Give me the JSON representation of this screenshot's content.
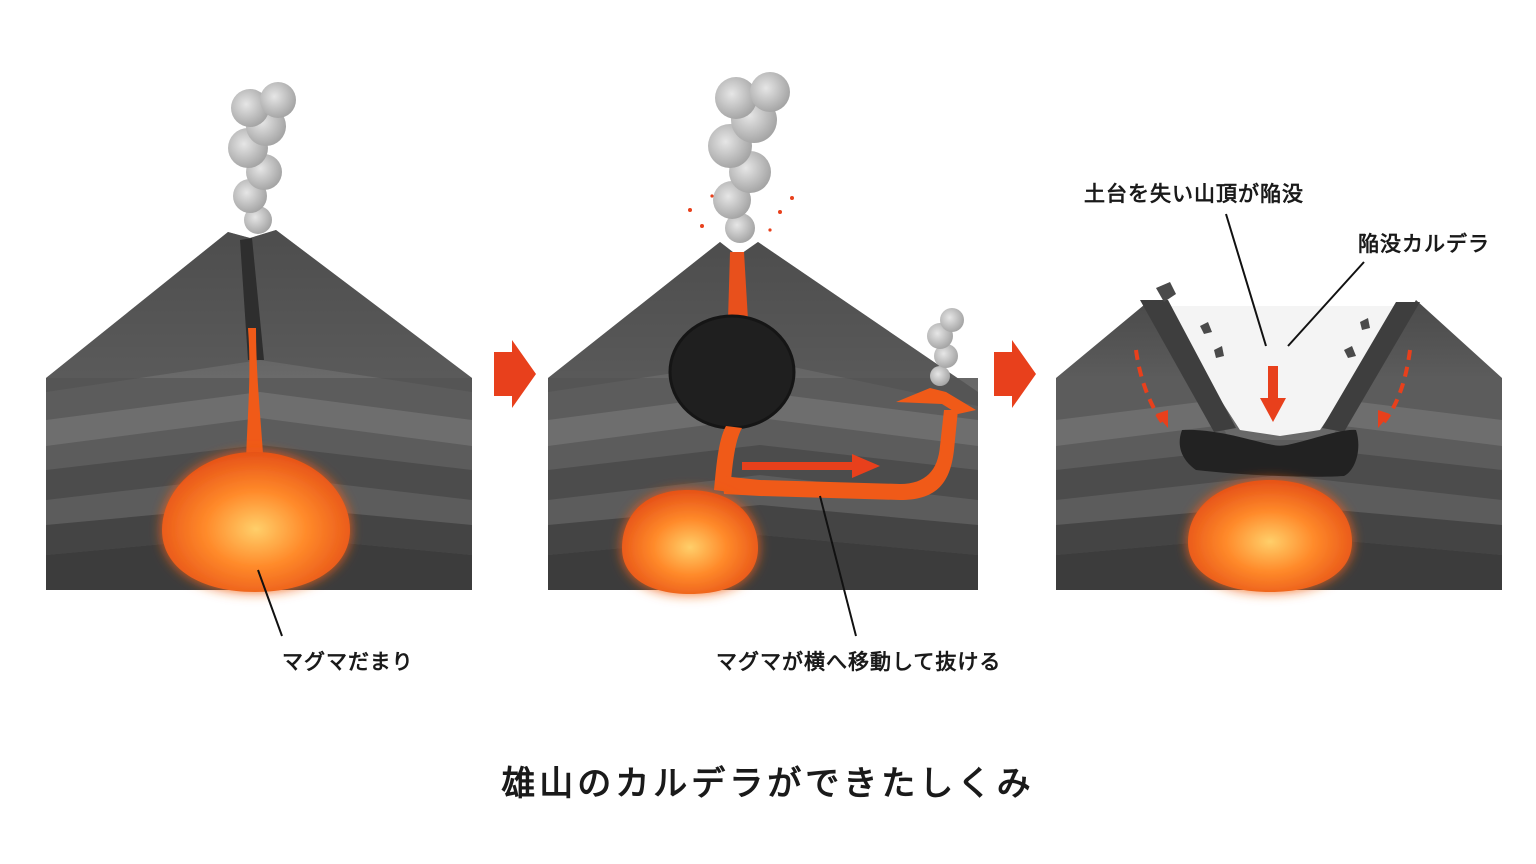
{
  "title": "雄山のカルデラができたしくみ",
  "labels": {
    "magma_chamber": "マグマだまり",
    "magma_moves": "マグマが横へ移動して抜ける",
    "summit_collapse": "土台を失い山頂が陥没",
    "collapse_caldera": "陥没カルデラ"
  },
  "colors": {
    "arrow": "#e8401c",
    "magma": "#f26a1b",
    "magma_core": "#ffb347",
    "rock_dark": "#3a3a3a",
    "rock_mid": "#5a5a5a",
    "smoke": "#b8b8b8"
  },
  "icons": [
    "step-arrow-icon",
    "step-arrow-icon",
    "down-arrow-icon"
  ]
}
